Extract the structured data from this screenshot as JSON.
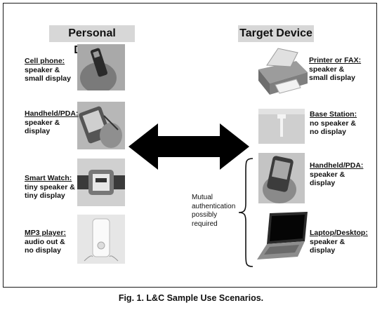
{
  "headers": {
    "left": "Personal Device",
    "right": "Target Device"
  },
  "personal_devices": [
    {
      "title": "Cell phone:",
      "desc": "speaker &\nsmall display",
      "icon": "cell-phone"
    },
    {
      "title": "Handheld/PDA:",
      "desc": "speaker &\ndisplay",
      "icon": "pda"
    },
    {
      "title": "Smart Watch:",
      "desc": "tiny speaker &\ntiny display",
      "icon": "smart-watch"
    },
    {
      "title": "MP3 player:",
      "desc": "audio out &\nno display",
      "icon": "mp3-player"
    }
  ],
  "target_devices": [
    {
      "title": "Printer or FAX:",
      "desc": "speaker &\nsmall display",
      "icon": "printer"
    },
    {
      "title": "Base Station:",
      "desc": "no speaker &\nno display",
      "icon": "base-station"
    },
    {
      "title": "Handheld/PDA:",
      "desc": "speaker &\ndisplay",
      "icon": "pda"
    },
    {
      "title": "Laptop/Desktop:",
      "desc": "speaker &\ndisplay",
      "icon": "laptop"
    }
  ],
  "arrow": {
    "type": "double-headed",
    "meaning": "bidirectional"
  },
  "bracket_note": "Mutual\nauthentication\npossibly\nrequired",
  "caption": "Fig. 1. L&C Sample Use Scenarios."
}
